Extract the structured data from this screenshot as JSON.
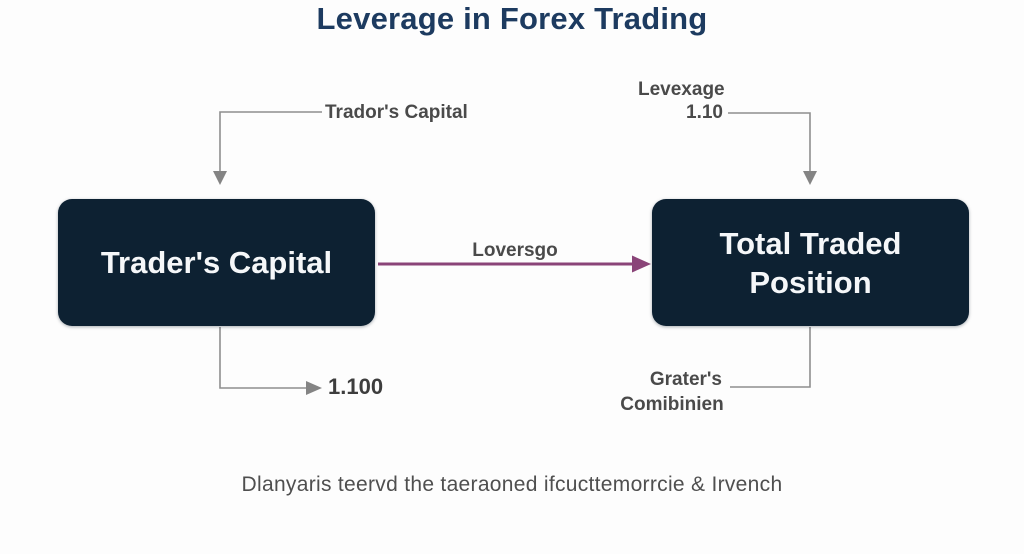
{
  "title": "Leverage in Forex Trading",
  "diagram": {
    "nodes": {
      "capital": {
        "label": "Trader's Capital"
      },
      "position": {
        "label": "Total Traded Position",
        "line1": "Total Traded",
        "line2": "Position"
      }
    },
    "flow_arrow": {
      "label": "Loversgo"
    },
    "annotations": {
      "top_left": {
        "label": "Trador's Capital"
      },
      "top_right": {
        "line1": "Levexage",
        "line2": "1.10"
      },
      "bottom_left": {
        "label": "1.100"
      },
      "bottom_right": {
        "line1": "Grater's",
        "line2": "Comibinien"
      }
    }
  },
  "caption": "Dlanyaris teervd the taeraoned ifcucttemorrcie & Irvench",
  "colors": {
    "title_text": "#1d3b60",
    "node_background": "#0d2132",
    "node_text": "#f5f7f9",
    "connector_line": "#8f8f8f",
    "connector_arrowhead": "#848484",
    "flow_arrow": "#8a4478",
    "annotation_text": "#4a4a4a",
    "caption_text": "#4f4f4f",
    "page_background": "#fdfdfd"
  }
}
